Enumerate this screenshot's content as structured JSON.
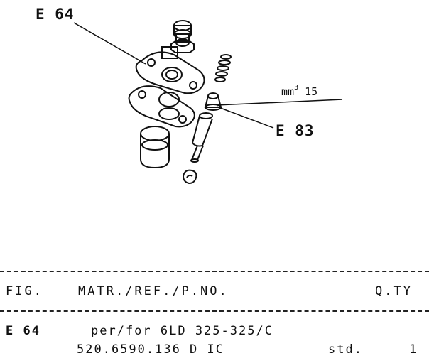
{
  "diagram": {
    "callout_e64": "E 64",
    "callout_e83": "E 83",
    "flow_label_unit": "mm",
    "flow_label_sup": "3",
    "flow_label_value": "15"
  },
  "table": {
    "headers": {
      "fig": "FIG.",
      "ref": "MATR./REF./P.NO.",
      "qty": "Q.TY"
    },
    "row": {
      "fig": "E 64",
      "line1": "per/for 6LD 325-325/C",
      "line2_part": "520.6590.136 D IC",
      "line2_std": "std.",
      "line2_qty": "1"
    }
  }
}
